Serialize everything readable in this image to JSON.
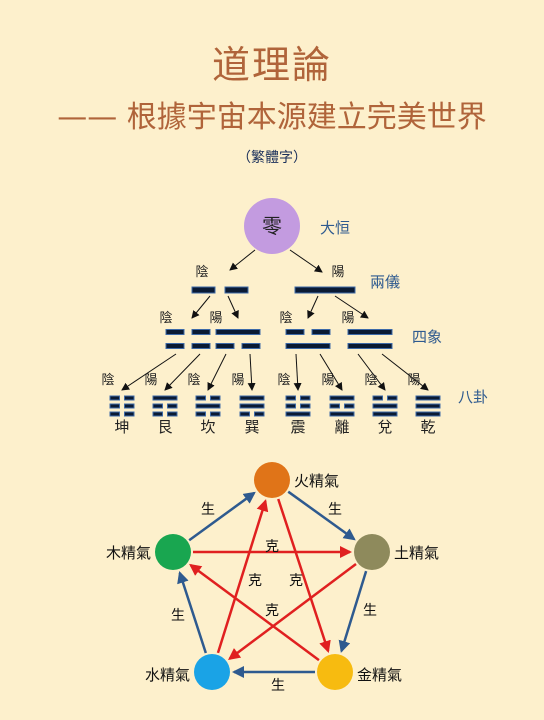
{
  "header": {
    "title": "道理論",
    "subtitle": "—— 根據宇宙本源建立完美世界",
    "note": "（繁體字）"
  },
  "bagua": {
    "root": {
      "label": "零",
      "tag": "大恒",
      "color": "#c39be0"
    },
    "level_labels": {
      "liangyi": "兩儀",
      "sixiang": "四象",
      "bagua": "八卦"
    },
    "yin_label": "陰",
    "yang_label": "陽",
    "trigrams": [
      {
        "name": "坤",
        "lines": [
          0,
          0,
          0
        ]
      },
      {
        "name": "艮",
        "lines": [
          1,
          0,
          0
        ]
      },
      {
        "name": "坎",
        "lines": [
          0,
          1,
          0
        ]
      },
      {
        "name": "巽",
        "lines": [
          1,
          1,
          0
        ]
      },
      {
        "name": "震",
        "lines": [
          0,
          0,
          1
        ]
      },
      {
        "name": "離",
        "lines": [
          1,
          0,
          1
        ]
      },
      {
        "name": "兌",
        "lines": [
          0,
          1,
          1
        ]
      },
      {
        "name": "乾",
        "lines": [
          1,
          1,
          1
        ]
      }
    ],
    "line_color": "#0a1a33",
    "line_edge_color": "#3d6aa8"
  },
  "wuxing": {
    "nodes": [
      {
        "id": "fire",
        "label": "火精氣",
        "color": "#e07418"
      },
      {
        "id": "earth",
        "label": "土精氣",
        "color": "#8e8a5c"
      },
      {
        "id": "metal",
        "label": "金精氣",
        "color": "#f7bb10"
      },
      {
        "id": "water",
        "label": "水精氣",
        "color": "#1aa3e6"
      },
      {
        "id": "wood",
        "label": "木精氣",
        "color": "#19a650"
      }
    ],
    "generate_label": "生",
    "overcome_label": "克",
    "generate_color": "#2e5a8f",
    "overcome_color": "#e02020"
  }
}
